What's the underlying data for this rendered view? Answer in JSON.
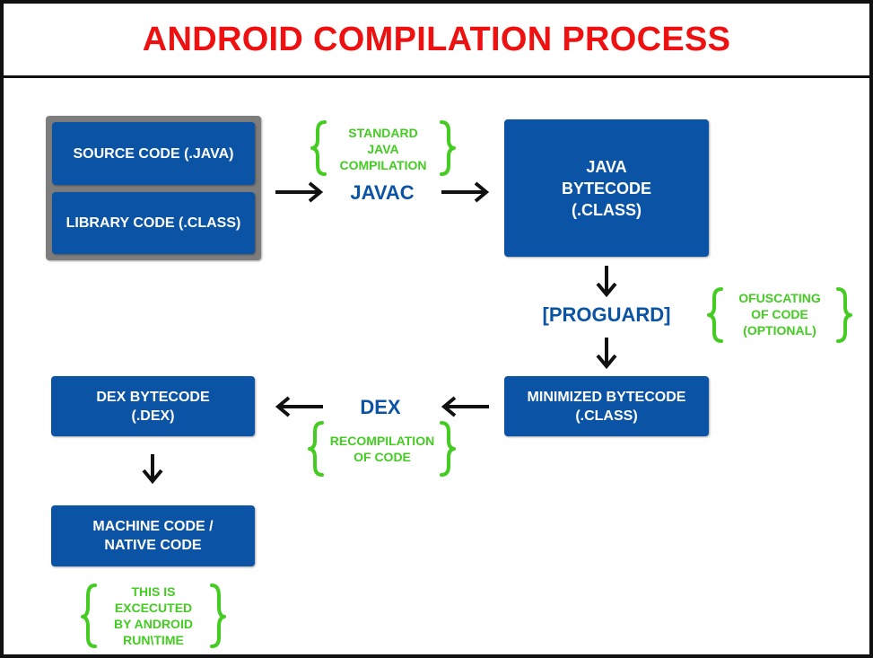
{
  "title": "ANDROID COMPILATION PROCESS",
  "colors": {
    "title": "#ee1111",
    "box": "#0b53a4",
    "label": "#0b53a4",
    "note": "#44cc22",
    "group": "#7d7d7d"
  },
  "boxes": {
    "source_code": "SOURCE CODE (.JAVA)",
    "library_code": "LIBRARY CODE (.CLASS)",
    "java_bytecode": "JAVA\nBYTECODE\n(.CLASS)",
    "minimized_bytecode": "MINIMIZED BYTECODE\n(.CLASS)",
    "dex_bytecode": "DEX BYTECODE\n(.DEX)",
    "machine_code": "MACHINE CODE /\nNATIVE CODE"
  },
  "labels": {
    "javac": "JAVAC",
    "proguard": "[PROGUARD]",
    "dex": "DEX"
  },
  "notes": {
    "standard_java_compilation": "STANDARD\nJAVA\nCOMPILATION",
    "ofuscating_of_code": "OFUSCATING\nOF CODE\n(OPTIONAL)",
    "recompilation_of_code": "RECOMPILATION\nOF CODE",
    "executed_by_android_runtime": "THIS IS\nEXCECUTED\nBY ANDROID\nRUN\\TIME"
  }
}
